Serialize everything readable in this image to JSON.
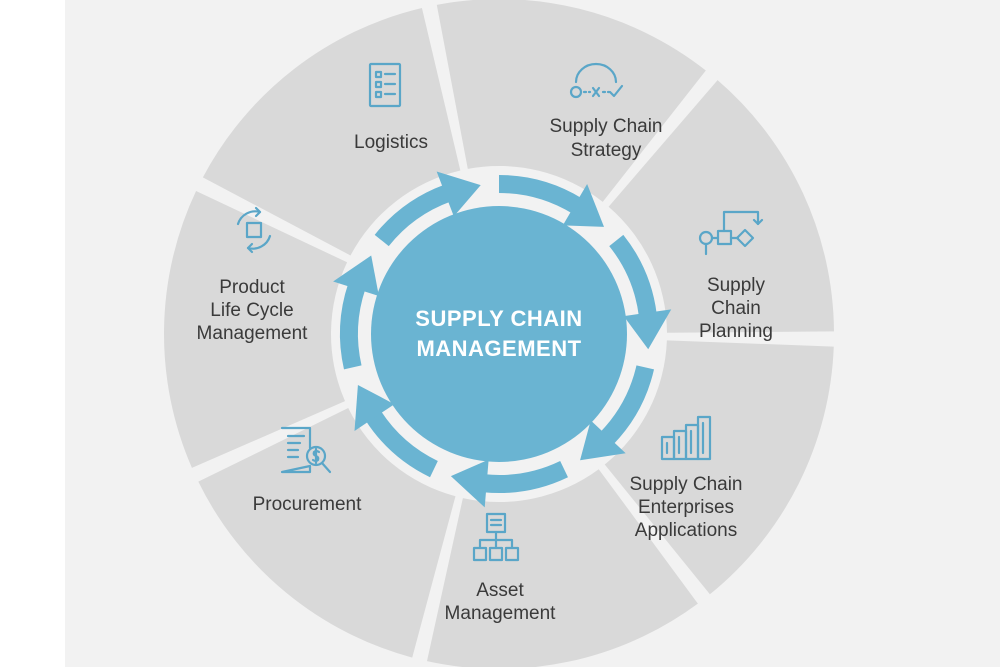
{
  "center": {
    "line1": "SUPPLY CHAIN",
    "line2": "MANAGEMENT"
  },
  "segments": [
    {
      "lines": [
        "Logistics"
      ],
      "icon": "checklist-icon"
    },
    {
      "lines": [
        "Supply Chain",
        "Strategy"
      ],
      "icon": "strategy-path-icon"
    },
    {
      "lines": [
        "Supply",
        "Chain",
        "Planning"
      ],
      "icon": "flowchart-icon"
    },
    {
      "lines": [
        "Supply Chain",
        "Enterprises",
        "Applications"
      ],
      "icon": "buildings-icon"
    },
    {
      "lines": [
        "Asset",
        "Management"
      ],
      "icon": "hierarchy-icon"
    },
    {
      "lines": [
        "Procurement"
      ],
      "icon": "invoice-search-icon"
    },
    {
      "lines": [
        "Product",
        "Life Cycle",
        "Management"
      ],
      "icon": "cycle-icon"
    }
  ],
  "colors": {
    "background": "#f2f2f2",
    "segment": "#d9d9d9",
    "accent": "#6ab4d2",
    "icon": "#5aa6c8",
    "text": "#3a3a3a"
  }
}
